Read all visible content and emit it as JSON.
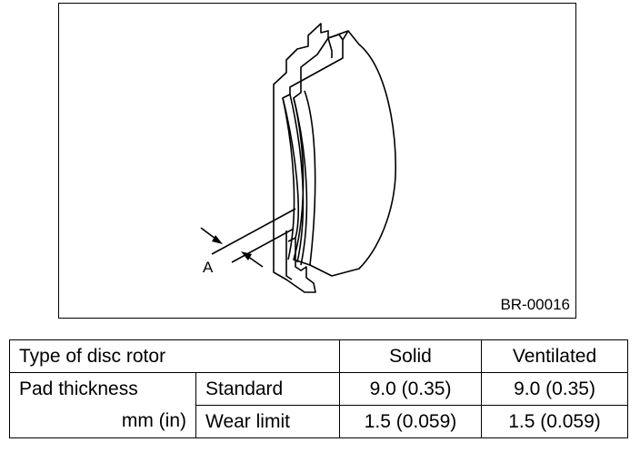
{
  "figure": {
    "callout_label": "A",
    "figure_code": "BR-00016"
  },
  "table": {
    "header": {
      "type_label": "Type of disc rotor",
      "col_solid": "Solid",
      "col_ventilated": "Ventilated"
    },
    "row_label_line1": "Pad thickness",
    "row_label_line2": "mm (in)",
    "rows": [
      {
        "label": "Standard",
        "solid": "9.0 (0.35)",
        "ventilated": "9.0 (0.35)"
      },
      {
        "label": "Wear limit",
        "solid": "1.5 (0.059)",
        "ventilated": "1.5 (0.059)"
      }
    ]
  }
}
